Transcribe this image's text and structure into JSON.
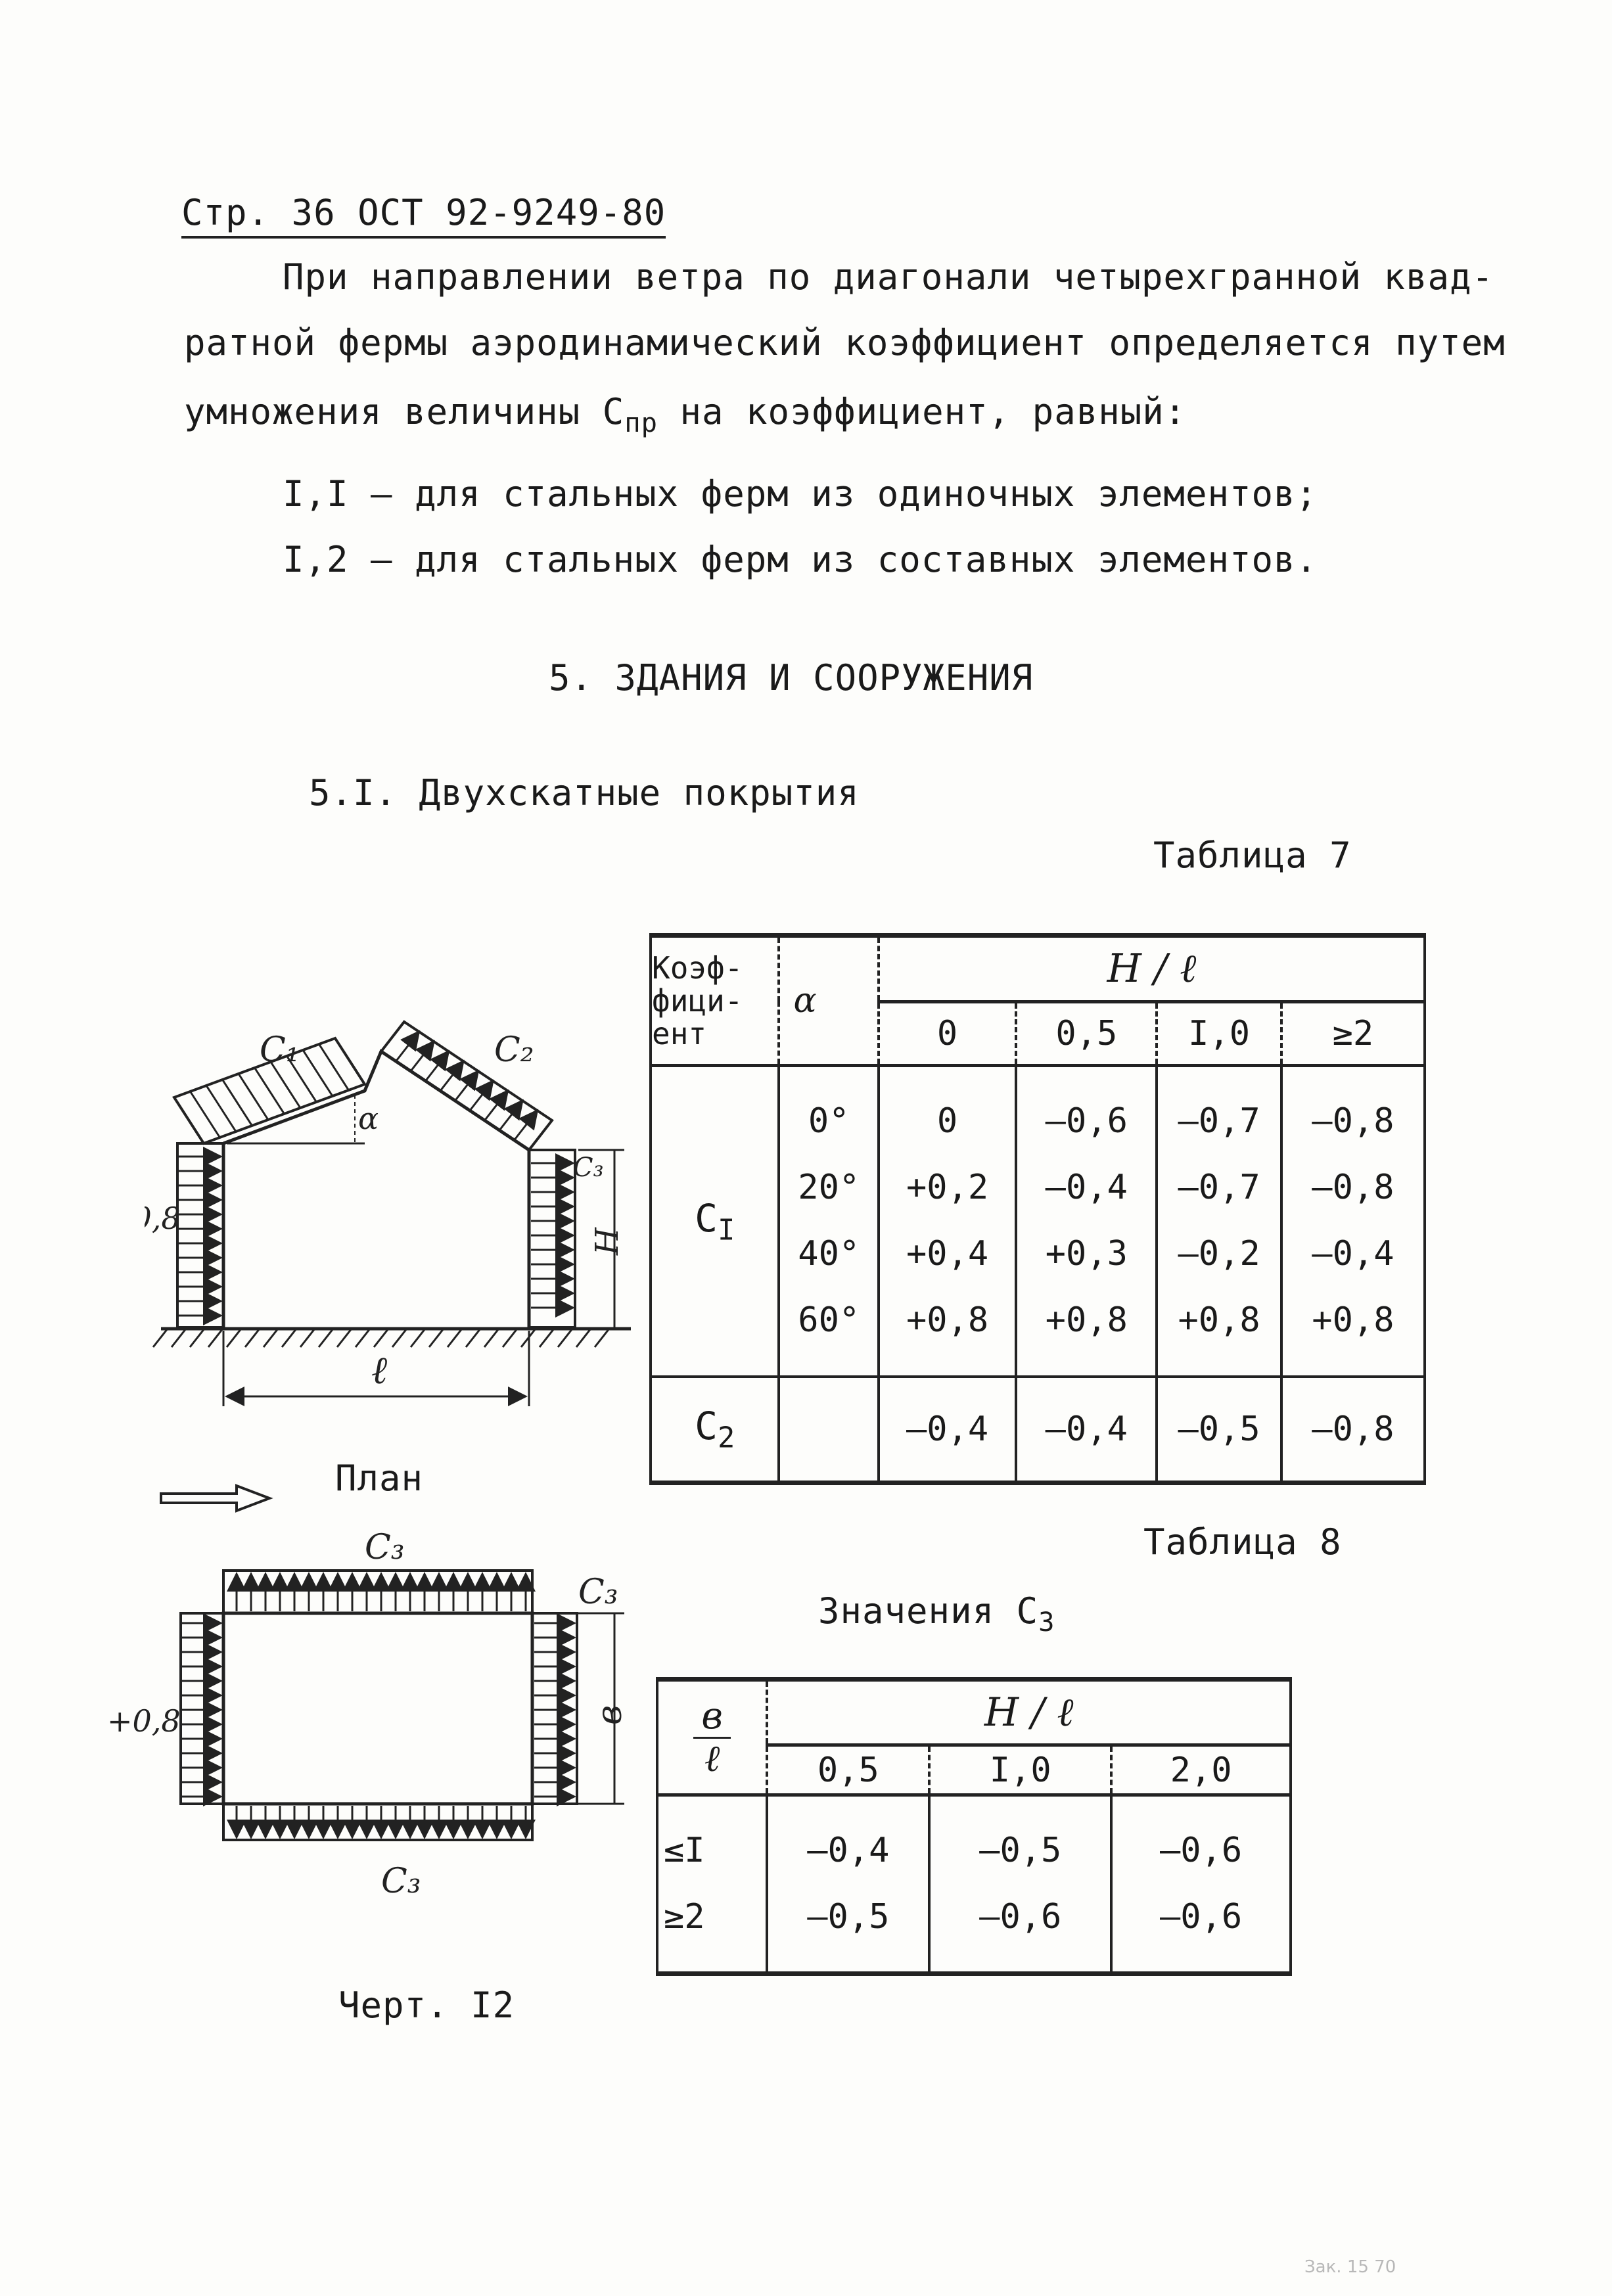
{
  "header": {
    "page": "Стр. 36",
    "standard": "ОСТ 92-9249-80"
  },
  "paragraph": {
    "line1": "При направлении ветра по диагонали четырехгранной квад-",
    "line2": "ратной фермы аэродинамический коэффициент определяется путем",
    "line3_pre": "умножения величины С",
    "line3_sub": "пр",
    "line3_post": " на коэффициент, равный:",
    "item1": "I,I – для стальных ферм из одиночных элементов;",
    "item2": "I,2 – для стальных ферм из составных элементов."
  },
  "section": {
    "title": "5. ЗДАНИЯ И СООРУЖЕНИЯ",
    "subtitle": "5.I. Двухскатные покрытия"
  },
  "table7": {
    "caption": "Таблица 7",
    "col_coef": "Коэф-\nфици-\nент",
    "col_alpha": "α",
    "col_group": "H / ℓ",
    "hl": [
      "0",
      "0,5",
      "I,0",
      "≥2"
    ],
    "c1_label": "C",
    "c1_sub": "I",
    "angles": [
      "0°",
      "20°",
      "40°",
      "60°"
    ],
    "c1_rows": [
      [
        "0",
        "–0,6",
        "–0,7",
        "–0,8"
      ],
      [
        "+0,2",
        "–0,4",
        "–0,7",
        "–0,8"
      ],
      [
        "+0,4",
        "+0,3",
        "–0,2",
        "–0,4"
      ],
      [
        "+0,8",
        "+0,8",
        "+0,8",
        "+0,8"
      ]
    ],
    "c2_label": "C",
    "c2_sub": "2",
    "c2_row": [
      "–0,4",
      "–0,4",
      "–0,5",
      "–0,8"
    ]
  },
  "table8": {
    "caption": "Таблица 8",
    "title_pre": "Значения С",
    "title_sub": "3",
    "col_ratio_num": "в",
    "col_ratio_den": "ℓ",
    "col_group": "H / ℓ",
    "hl": [
      "0,5",
      "I,0",
      "2,0"
    ],
    "rows": [
      {
        "label": "≤I",
        "values": [
          "–0,4",
          "–0,5",
          "–0,6"
        ]
      },
      {
        "label": "≥2",
        "values": [
          "–0,5",
          "–0,6",
          "–0,6"
        ]
      }
    ]
  },
  "drawing": {
    "c1": "C₁",
    "c2": "C₂",
    "c3": "C₃",
    "alpha": "α",
    "h": "H",
    "l": "ℓ",
    "wind": "+0,8",
    "b": "в",
    "plan": "План",
    "caption": "Черт. I2"
  },
  "footer_stamp": "Зак. 15 70"
}
